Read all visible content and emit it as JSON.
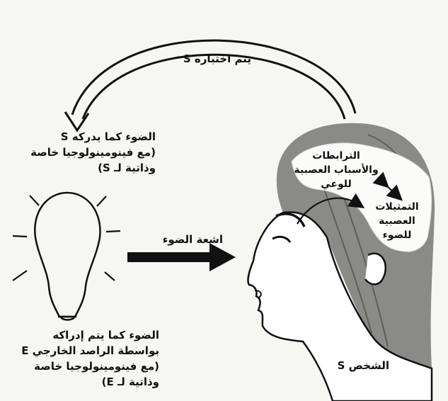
{
  "top_arc_label": "يتم اختباره S",
  "perceived_by_s": [
    "الضوء كما يدركه S",
    "(مع فينومينولوجيا خاصة",
    "وذاتية لـ S)"
  ],
  "perceived_by_e": [
    "الضوء كما يتم إدراكه",
    "بواسطة الراصد الخارجي E",
    "(مع فينومينولوجيا خاصة",
    "وذاتية لـ E)"
  ],
  "light_rays_label": "اشعة الضوء",
  "neural_correlates": [
    "الترابطات",
    "والأسباب العصبية",
    "للوعي"
  ],
  "neural_representations": [
    "التمثيلات",
    "العصبية",
    "للضوء"
  ],
  "subject_label": "الشخص S",
  "icons": {
    "bulb": "light-bulb-icon",
    "head": "human-head-icon",
    "arrow": "right-arrow-icon"
  }
}
